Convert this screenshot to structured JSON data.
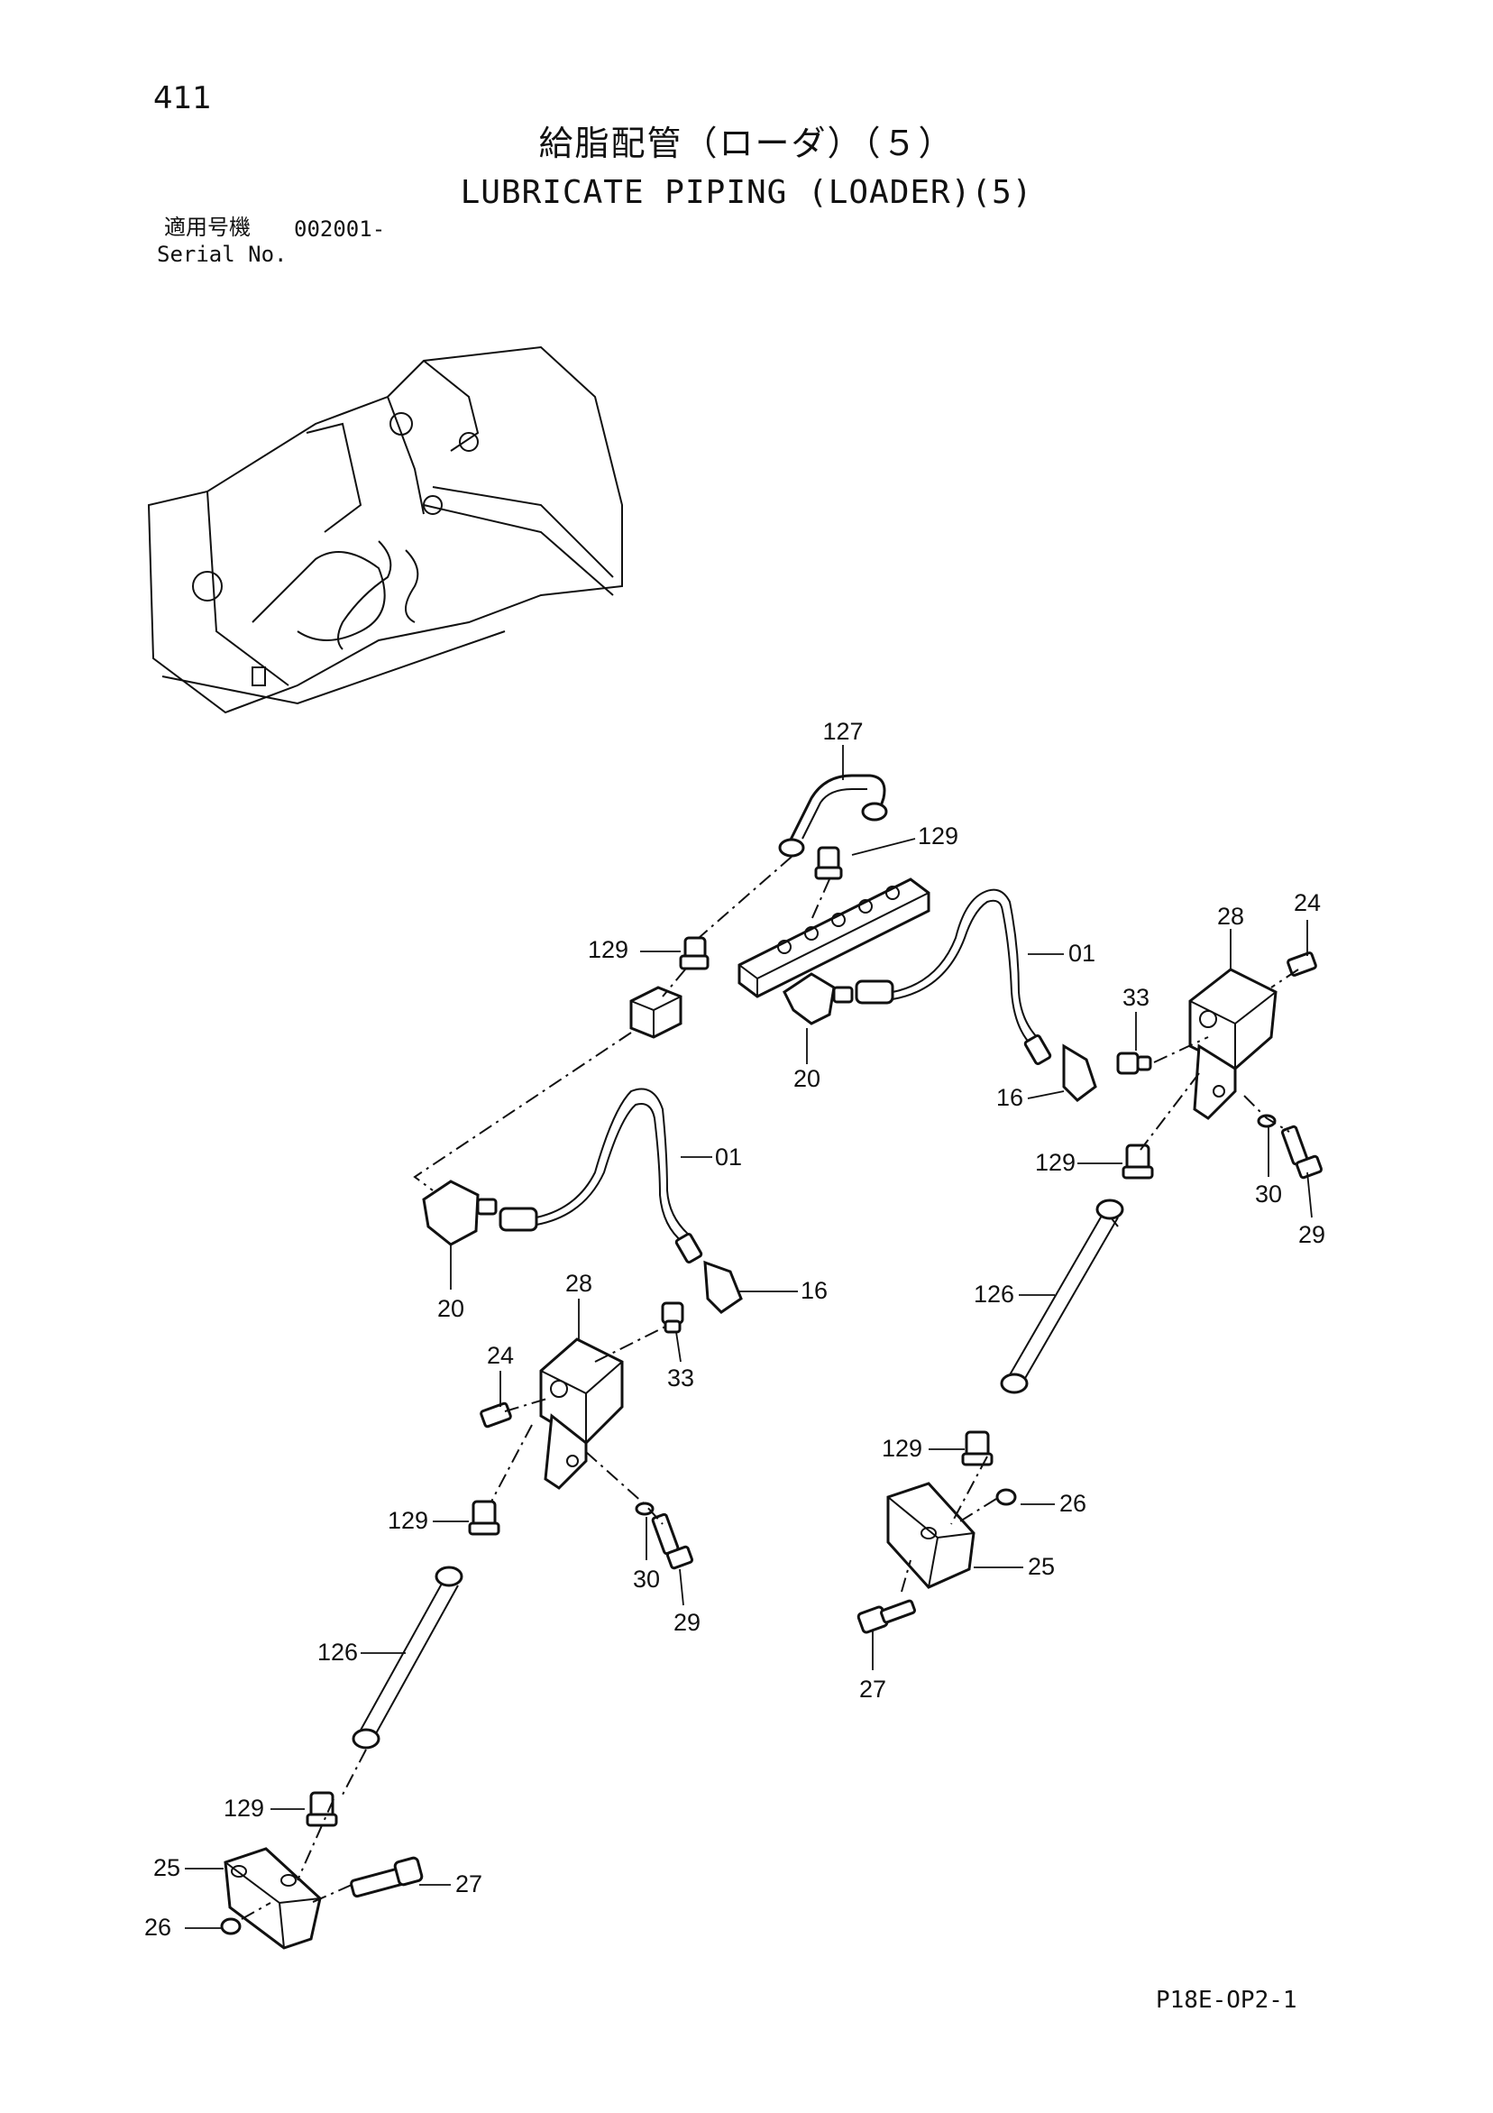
{
  "page": {
    "number": "411",
    "title_jp": "給脂配管（ローダ）（５）",
    "title_en": "LUBRICATE PIPING (LOADER)(5)",
    "serial_label_jp": "適用号機",
    "serial_value": "002001-",
    "serial_label_en": "Serial No.",
    "drawing_code": "P18E-OP2-1"
  },
  "callouts": {
    "c127": "127",
    "c129_top_right": "129",
    "c129_top_left": "129",
    "c01_right": "01",
    "c20_right": "20",
    "c16_right": "16",
    "c28_right": "28",
    "c24_right": "24",
    "c33_right": "33",
    "c129_right": "129",
    "c30_right": "30",
    "c29_right": "29",
    "c01_left": "01",
    "c20_left": "20",
    "c16_left": "16",
    "c28_left": "28",
    "c24_left": "24",
    "c33_left": "33",
    "c129_left_mid": "129",
    "c30_left": "30",
    "c29_left": "29",
    "c126_right": "126",
    "c129_right_low": "129",
    "c26_right": "26",
    "c25_right": "25",
    "c27_right": "27",
    "c126_left": "126",
    "c129_left_low": "129",
    "c25_left": "25",
    "c26_left": "26",
    "c27_left": "27"
  }
}
